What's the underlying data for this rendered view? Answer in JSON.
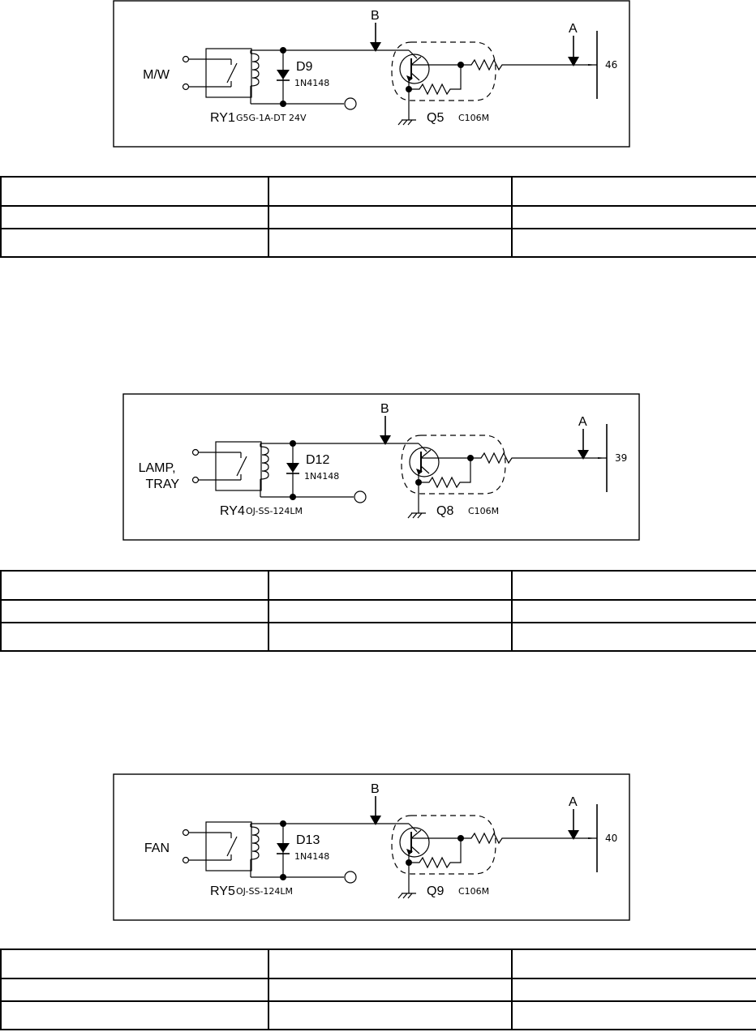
{
  "circuits": [
    {
      "load_lines": [
        "M/W"
      ],
      "relay": "RY1",
      "relay_part": "G5G-1A-DT 24V",
      "diode": "D9",
      "diode_part": "1N4148",
      "transistor": "Q5",
      "transistor_part": "C106M",
      "point_b": "B",
      "point_a": "A",
      "pin": "46"
    },
    {
      "load_lines": [
        "LAMP,",
        "TRAY"
      ],
      "relay": "RY4",
      "relay_part": "OJ-SS-124LM",
      "diode": "D12",
      "diode_part": "1N4148",
      "transistor": "Q8",
      "transistor_part": "C106M",
      "point_b": "B",
      "point_a": "A",
      "pin": "39"
    },
    {
      "load_lines": [
        "FAN"
      ],
      "relay": "RY5",
      "relay_part": "OJ-SS-124LM",
      "diode": "D13",
      "diode_part": "1N4148",
      "transistor": "Q9",
      "transistor_part": "C106M",
      "point_b": "B",
      "point_a": "A",
      "pin": "40"
    }
  ],
  "colors": {
    "line": "#000000",
    "background": "#ffffff"
  }
}
